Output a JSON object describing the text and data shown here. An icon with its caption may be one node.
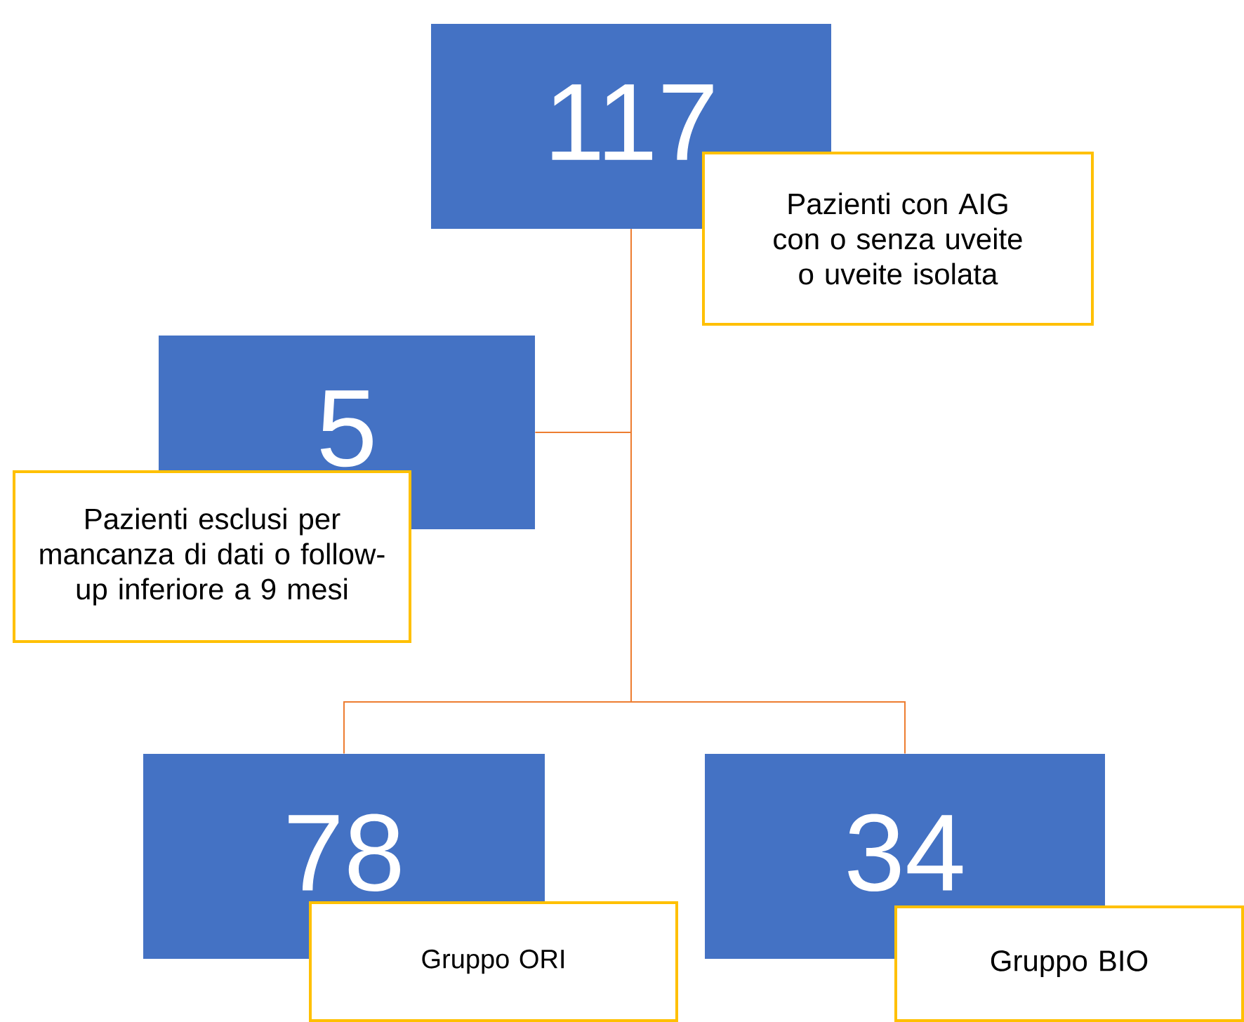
{
  "diagram": {
    "nodes": [
      {
        "text": [
          "117"
        ]
      },
      {
        "text": [
          "Pazienti con AIG con o senza uveite o uveite isolata"
        ]
      },
      {
        "text": [
          "5"
        ]
      },
      {
        "text": [
          "Pazienti esclusi per mancanza di dati o follow-up inferiore a 9 mesi"
        ]
      },
      {
        "text": [
          "78"
        ]
      },
      {
        "text": [
          "Gruppo ORI"
        ]
      },
      {
        "text": [
          "34"
        ]
      },
      {
        "text": [
          "Gruppo BIO"
        ]
      }
    ],
    "edges": [
      {
        "from": 0,
        "to": 2,
        "arrow": "none"
      },
      {
        "from": 0,
        "to": 4,
        "arrow": "none"
      },
      {
        "from": 0,
        "to": 6,
        "arrow": "none"
      }
    ]
  }
}
